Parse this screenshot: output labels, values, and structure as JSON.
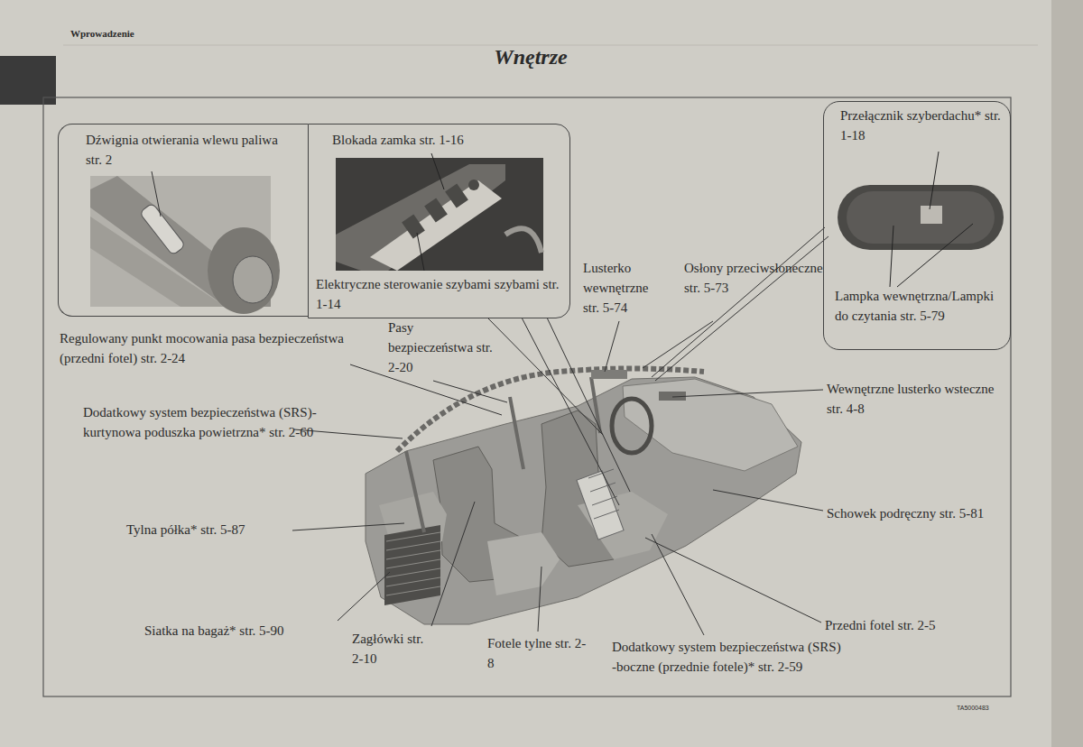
{
  "diagram": {
    "title": "Wnętrze",
    "nodes": [
      {
        "text": [
          "Dźwignia otwierania wlewu paliwa str. 2"
        ]
      },
      {
        "text": [
          "Blokada zamka str. 1-16",
          "Elektryczne sterowanie szybami szybami str. 1-14"
        ]
      },
      {
        "text": [
          "Przełącznik szyberdachu* str. 1-18",
          "Lampka wewnętrzna/Lampki do czytania str. 5-79"
        ]
      }
    ],
    "edges": [],
    "labels": [
      "Wprowadzenie",
      "Regulowany punkt mocowania pasa bezpieczeństwa (przedni fotel) str. 2-24",
      "Pasy bezpieczeństwa str. 2-20",
      "Lusterko wewnętrzne str. 5-74",
      "Osłony przeciwsłoneczne str. 5-73",
      "Wewnętrzne lusterko wsteczne str. 4-8",
      "Dodatkowy system bezpieczeństwa (SRS)-kurtynowa poduszka powietrzna* str. 2-60",
      "Schowek podręczny str. 5-81",
      "Tylna półka* str. 5-87",
      "Siatka na bagaż* str. 5-90",
      "Zagłówki str. 2-10",
      "Fotele tylne str. 2-8",
      "Dodatkowy system bezpieczeństwa (SRS) -boczne (przednie fotele)* str. 2-59",
      "Przedni fotel str. 2-5",
      "TA5000483"
    ]
  }
}
